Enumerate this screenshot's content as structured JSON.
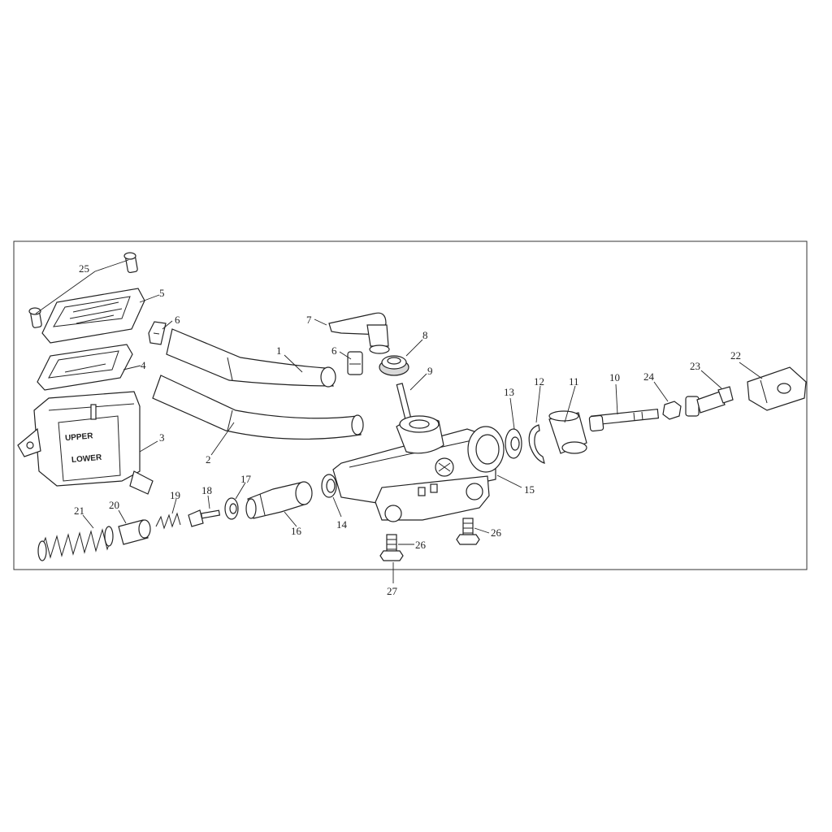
{
  "callouts": [
    "1",
    "2",
    "3",
    "4",
    "5",
    "6",
    "6",
    "7",
    "8",
    "9",
    "10",
    "11",
    "12",
    "13",
    "14",
    "15",
    "16",
    "17",
    "18",
    "19",
    "20",
    "21",
    "22",
    "23",
    "24",
    "25",
    "26",
    "26",
    "27"
  ],
  "reservoir_text": [
    "UPPER",
    "LOWER"
  ]
}
